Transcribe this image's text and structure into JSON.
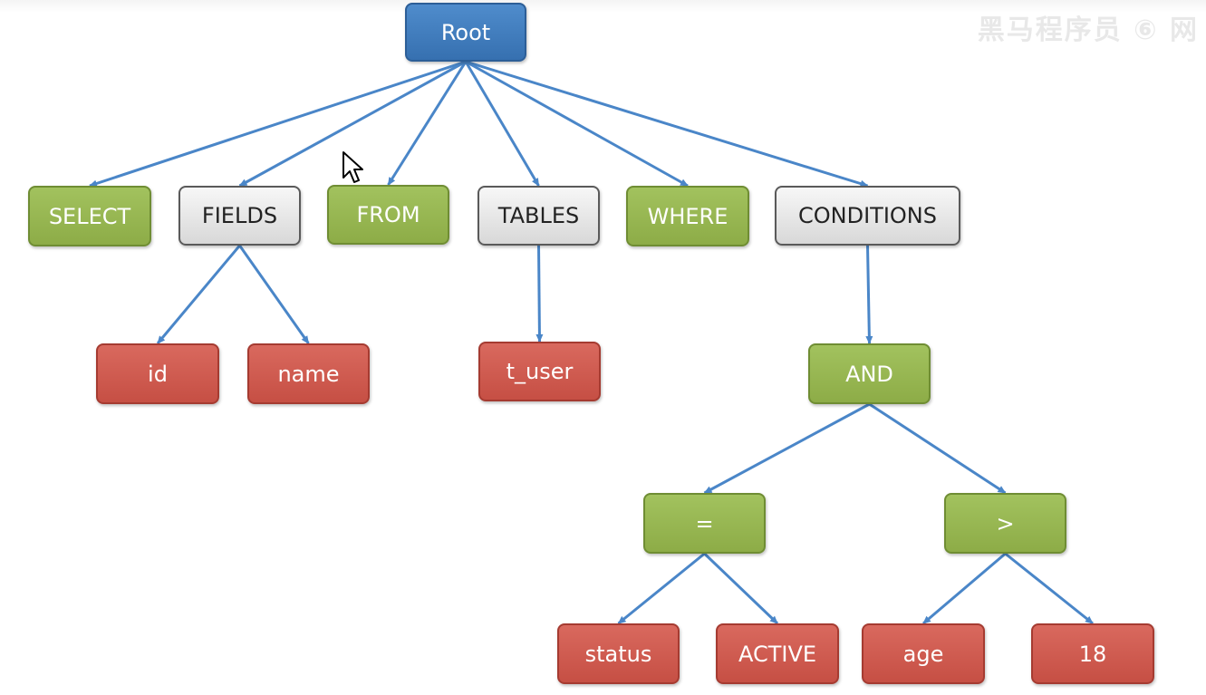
{
  "watermark_text": "黑马程序员 ⑥ 网",
  "colors": {
    "root": "#3a75b7",
    "keyword": "#93b24f",
    "category": "#e6e6e6",
    "value": "#cf5a4f",
    "edge": "#4a86c8"
  },
  "nodes": {
    "root": "Root",
    "select": "SELECT",
    "fields": "FIELDS",
    "from": "FROM",
    "tables": "TABLES",
    "where": "WHERE",
    "conditions": "CONDITIONS",
    "id": "id",
    "name": "name",
    "t_user": "t_user",
    "and": "AND",
    "eq": "=",
    "gt": ">",
    "status": "status",
    "active": "ACTIVE",
    "age": "age",
    "eighteen": "18"
  },
  "edges": [
    [
      "root",
      "select"
    ],
    [
      "root",
      "fields"
    ],
    [
      "root",
      "from"
    ],
    [
      "root",
      "tables"
    ],
    [
      "root",
      "where"
    ],
    [
      "root",
      "conditions"
    ],
    [
      "fields",
      "id"
    ],
    [
      "fields",
      "name"
    ],
    [
      "tables",
      "t_user"
    ],
    [
      "conditions",
      "and"
    ],
    [
      "and",
      "eq"
    ],
    [
      "and",
      "gt"
    ],
    [
      "eq",
      "status"
    ],
    [
      "eq",
      "active"
    ],
    [
      "gt",
      "age"
    ],
    [
      "gt",
      "eighteen"
    ]
  ],
  "cursor_icon": "mouse-pointer-icon"
}
